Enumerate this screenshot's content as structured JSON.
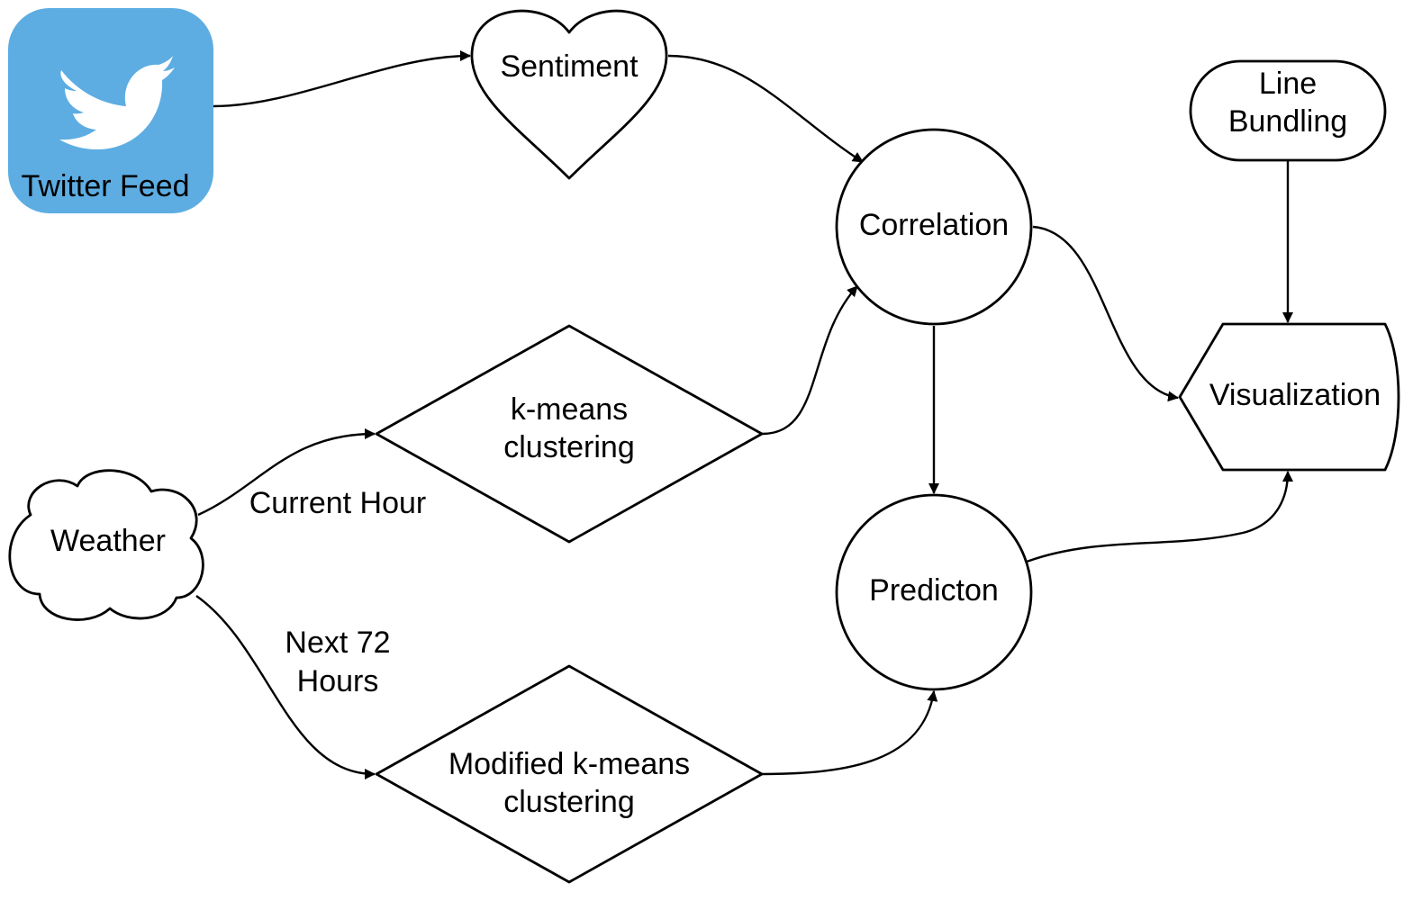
{
  "colors": {
    "twitter_tile": "#5dade2",
    "stroke": "#000000",
    "background": "#ffffff"
  },
  "nodes": {
    "twitter": {
      "label": "Twitter Feed",
      "icon": "twitter-bird-icon"
    },
    "sentiment": {
      "label": "Sentiment"
    },
    "correlation": {
      "label": "Correlation"
    },
    "line_bundling": {
      "line1": "Line",
      "line2": "Bundling"
    },
    "visualization": {
      "label": "Visualization"
    },
    "kmeans": {
      "line1": "k-means",
      "line2": "clustering"
    },
    "weather": {
      "label": "Weather"
    },
    "prediction": {
      "label": "Predicton"
    },
    "modified_kmeans": {
      "line1": "Modified k-means",
      "line2": "clustering"
    }
  },
  "edge_labels": {
    "current_hour": "Current Hour",
    "next_72_line1": "Next 72",
    "next_72_line2": "Hours"
  }
}
